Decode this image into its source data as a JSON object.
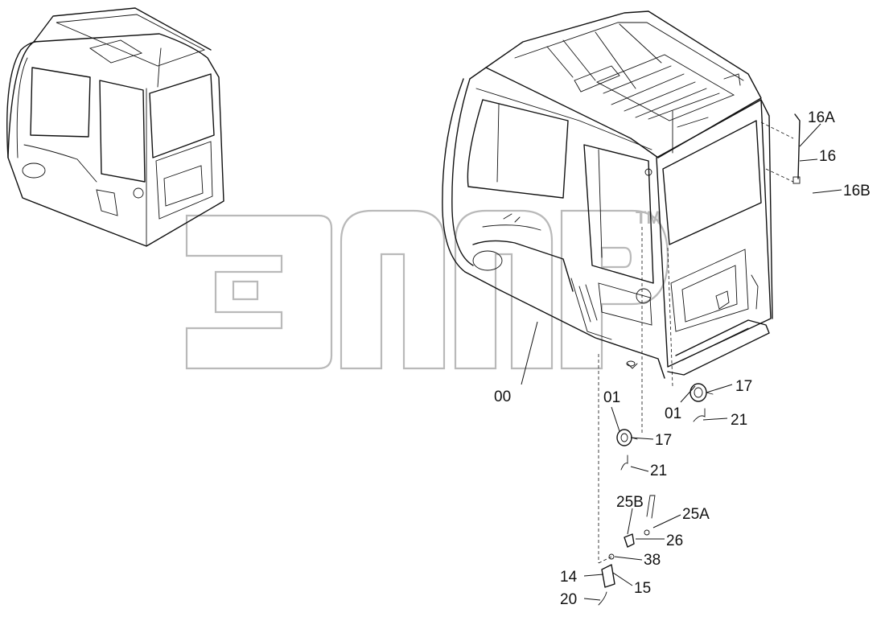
{
  "labels": {
    "l_00": "00",
    "l_01a": "01",
    "l_01b": "01",
    "l_14": "14",
    "l_15": "15",
    "l_16": "16",
    "l_16A": "16A",
    "l_16B": "16B",
    "l_17a": "17",
    "l_17b": "17",
    "l_20": "20",
    "l_21a": "21",
    "l_21b": "21",
    "l_25A": "25A",
    "l_25B": "25B",
    "l_26": "26",
    "l_38": "38"
  },
  "watermark": {
    "tm": "TM"
  },
  "colors": {
    "line": "#111111",
    "watermark": "#b9b9b9",
    "background": "#ffffff"
  }
}
